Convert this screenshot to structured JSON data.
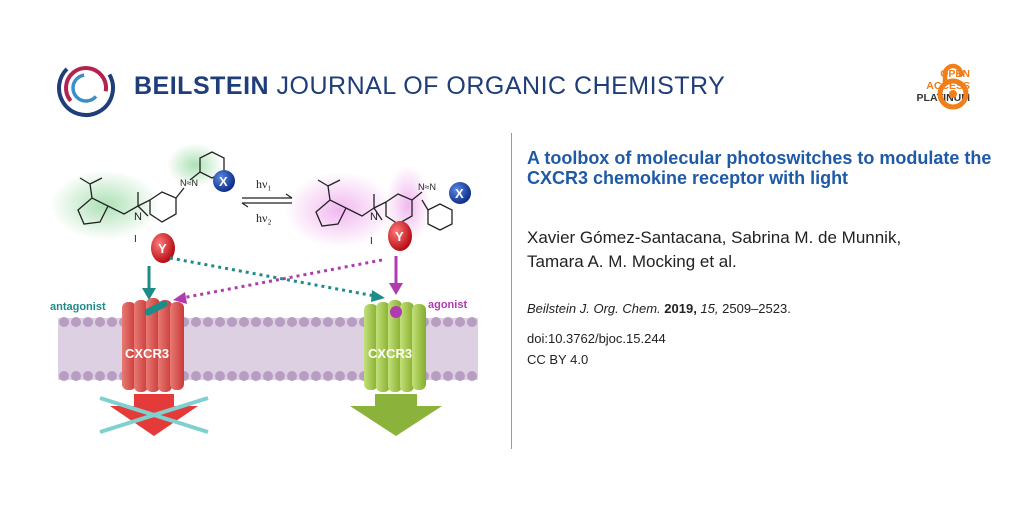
{
  "header": {
    "journal_bold": "BEILSTEIN",
    "journal_rest": "JOURNAL OF ORGANIC CHEMISTRY",
    "oa_open": "OPEN",
    "oa_access": "ACCESS",
    "oa_platinum": "PLATINUM"
  },
  "article": {
    "title": "A toolbox of molecular photoswitches to modulate the CXCR3 chemokine receptor with light",
    "authors_line1": "Xavier Gómez-Santacana, Sabrina M. de Munnik,",
    "authors_line2": "Tamara A. M. Mocking et al.",
    "journal_abbrev": "Beilstein J. Org. Chem.",
    "year": "2019,",
    "volume": "15,",
    "pages": "2509–2523.",
    "doi": "doi:10.3762/bjoc.15.244",
    "license": "CC BY 4.0"
  },
  "graphic": {
    "label_antagonist": "antagonist",
    "label_agonist": "agonist",
    "receptor_left": "CXCR3",
    "receptor_right": "CXCR3",
    "sub_x_left": "X",
    "sub_x_right": "X",
    "sub_y_left": "Y",
    "sub_y_right": "Y",
    "light_1": "hν₁",
    "light_2": "hν₂",
    "n_left": "N",
    "n_right": "N",
    "azo_left": "N≈N",
    "azo_right": "N≈N",
    "iodide_left": "I",
    "iodide_right": "I",
    "colors": {
      "brand_blue": "#1f3e79",
      "title_blue": "#1f5aa6",
      "oa_orange": "#f07f1a",
      "antagonist_red": "#e0524f",
      "agonist_green": "#9cc23f",
      "teal_arrow": "#1d8c88",
      "magenta_arrow": "#b03ab0"
    }
  }
}
